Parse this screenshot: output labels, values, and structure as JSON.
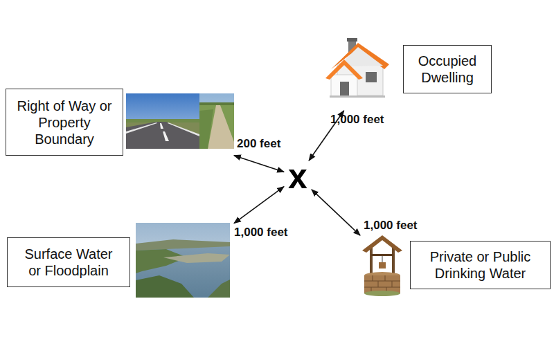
{
  "diagram": {
    "nodes": [
      {
        "text": [
          "Right of Way or Property Boundary"
        ]
      },
      {
        "text": [
          "Occupied Dwelling"
        ]
      },
      {
        "text": [
          "x"
        ]
      },
      {
        "text": [
          "Surface Water or Floodplain"
        ]
      },
      {
        "text": [
          "Private or Public Drinking Water"
        ]
      }
    ],
    "edges": [
      {
        "from": 2,
        "to": 0,
        "arrow": "both",
        "label": "200 feet"
      },
      {
        "from": 2,
        "to": 1,
        "arrow": "both",
        "label": "1,000 feet"
      },
      {
        "from": 2,
        "to": 3,
        "arrow": "both",
        "label": "1,000 feet"
      },
      {
        "from": 2,
        "to": 4,
        "arrow": "both",
        "label": "1,000 feet"
      }
    ]
  }
}
